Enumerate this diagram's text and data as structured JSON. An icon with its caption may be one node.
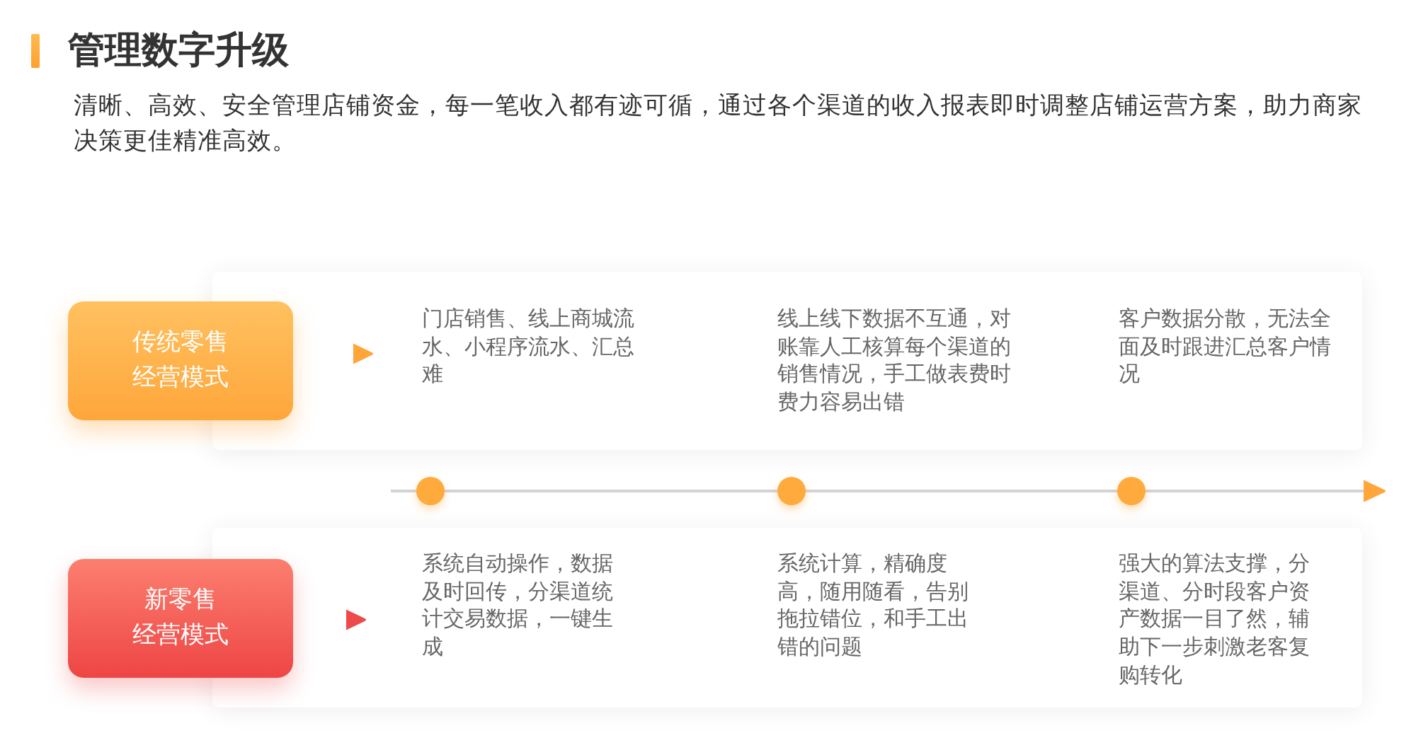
{
  "diagram": {
    "title": "管理数字升级",
    "nodes": [
      {
        "text": [
          "传统零售",
          "经营模式"
        ]
      },
      {
        "text": [
          "门店销售、线上商城流水、小程序流水、汇总难",
          "线上线下数据不互通，对账靠人工核算每个渠道的销售情况，手工做表费时费力容易出错",
          "客户数据分散，无法全面及时跟进汇总客户情况"
        ]
      },
      {
        "text": [
          "新零售",
          "经营模式"
        ]
      },
      {
        "text": [
          "系统自动操作，数据及时回传，分渠道统计交易数据，一键生成",
          "系统计算，精确度高，随用随看，告别拖拉错位，和手工出错的问题",
          "强大的算法支撑，分渠道、分时段客户资产数据一目了然，辅助下一步刺激老客复购转化"
        ]
      }
    ],
    "labels": [
      "清晰、高效、安全管理店铺资金，每一笔收入都有迹可循，通过各个渠道的收入报表即时调整店铺运营方案，助力商家决策更佳精准高效。"
    ]
  }
}
